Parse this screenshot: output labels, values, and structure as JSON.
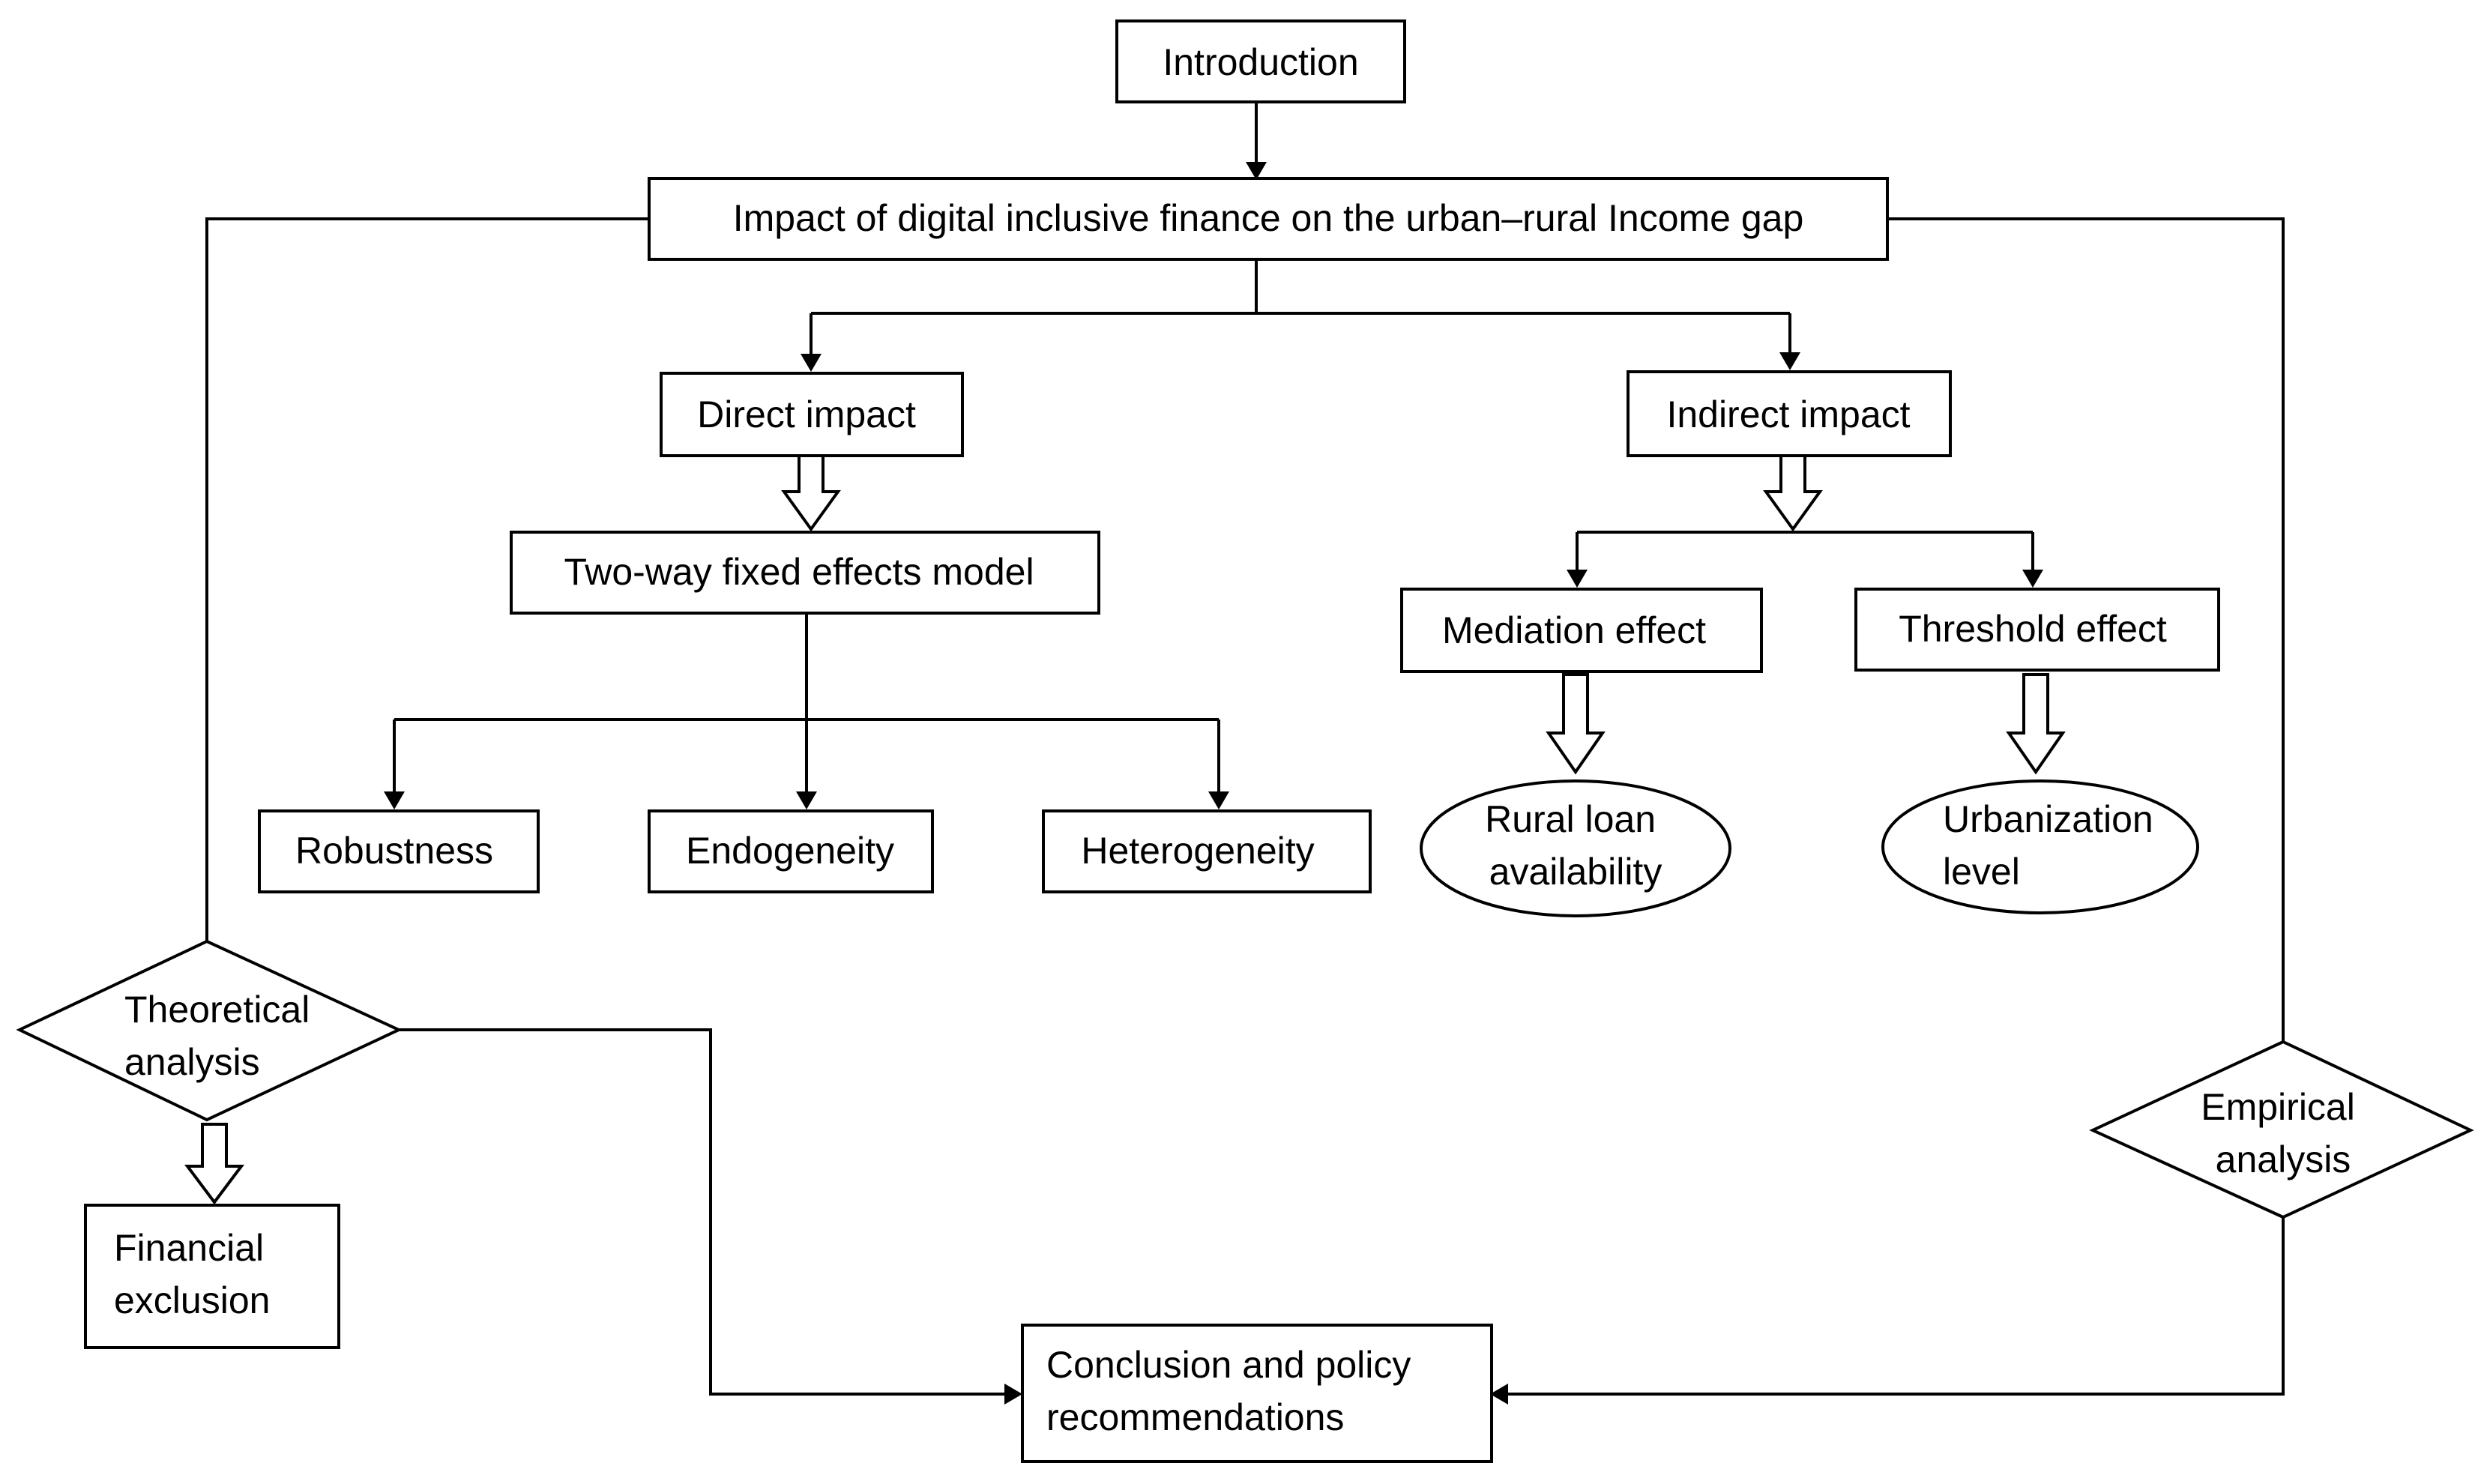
{
  "nodes": {
    "introduction": "Introduction",
    "impact": "Impact of digital inclusive finance on the urban–rural Income gap",
    "direct_impact": "Direct impact",
    "indirect_impact": "Indirect impact",
    "two_way_model": "Two-way fixed effects model",
    "robustness": "Robustness",
    "endogeneity": "Endogeneity",
    "heterogeneity": "Heterogeneity",
    "mediation_effect": "Mediation effect",
    "threshold_effect": "Threshold effect",
    "rural_loan": [
      "Rural loan",
      "availability"
    ],
    "urbanization": [
      "Urbanization",
      "level"
    ],
    "theoretical_analysis": [
      "Theoretical",
      "analysis"
    ],
    "empirical_analysis": [
      "Empirical",
      "analysis"
    ],
    "financial_exclusion": [
      "Financial",
      "exclusion"
    ],
    "conclusion": [
      "Conclusion and policy",
      "recommendations"
    ]
  }
}
